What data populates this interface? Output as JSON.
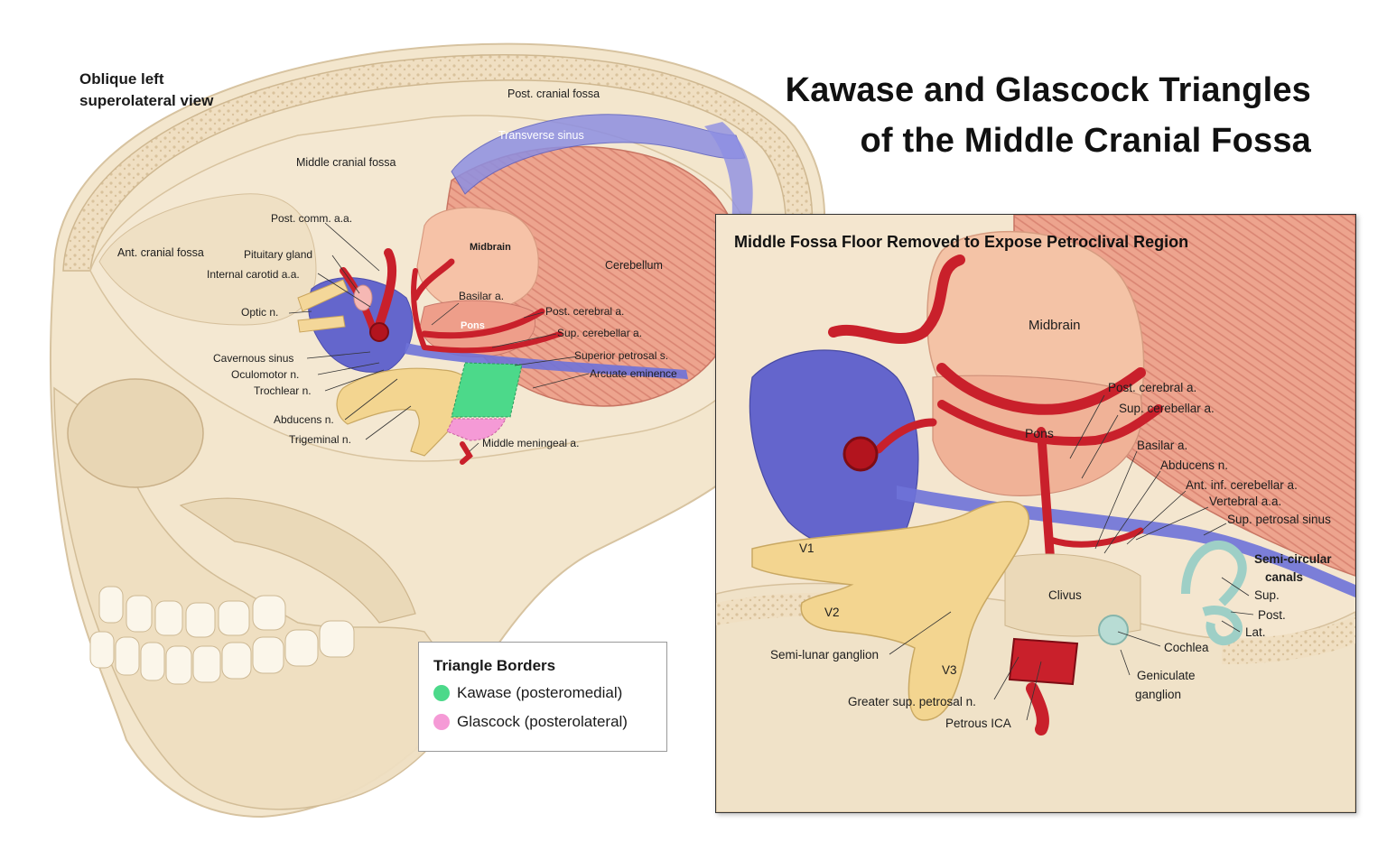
{
  "title": {
    "line1": "Kawase and Glascock Triangles",
    "line2": "of the Middle Cranial Fossa"
  },
  "view_label": {
    "line1": "Oblique left",
    "line2": "superolateral view"
  },
  "main_labels": {
    "post_cranial_fossa": "Post. cranial fossa",
    "transverse_sinus": "Transverse sinus",
    "middle_cranial_fossa": "Middle cranial fossa",
    "post_comm": "Post. comm. a.a.",
    "midbrain": "Midbrain",
    "cerebellum": "Cerebellum",
    "ant_cranial_fossa": "Ant. cranial fossa",
    "pituitary_gland": "Pituitary gland",
    "internal_carotid": "Internal carotid a.a.",
    "basilar": "Basilar a.",
    "optic": "Optic n.",
    "post_cerebral": "Post. cerebral a.",
    "pons": "Pons",
    "sup_cerebellar": "Sup. cerebellar a.",
    "superior_petrosal": "Superior petrosal s.",
    "cavernous_sinus": "Cavernous sinus",
    "oculomotor": "Oculomotor n.",
    "arcuate_eminence": "Arcuate eminence",
    "trochlear": "Trochlear n.",
    "abducens": "Abducens n.",
    "trigeminal": "Trigeminal n.",
    "middle_meningeal": "Middle meningeal a."
  },
  "inset": {
    "title": "Middle Fossa Floor Removed to Expose Petroclival Region",
    "labels": {
      "midbrain": "Midbrain",
      "post_cerebral": "Post. cerebral a.",
      "sup_cerebellar": "Sup. cerebellar a.",
      "pons": "Pons",
      "basilar": "Basilar a.",
      "abducens": "Abducens n.",
      "ant_inf_cerebellar": "Ant. inf. cerebellar a.",
      "vertebral": "Vertebral a.a.",
      "sup_petrosal_sinus": "Sup. petrosal sinus",
      "v1": "V1",
      "semicircular_1": "Semi-circular",
      "semicircular_2": "canals",
      "clivus": "Clivus",
      "sup": "Sup.",
      "post": "Post.",
      "v2": "V2",
      "lat": "Lat.",
      "cochlea": "Cochlea",
      "semilunar": "Semi-lunar ganglion",
      "v3": "V3",
      "geniculate_1": "Geniculate",
      "geniculate_2": "ganglion",
      "greater_sup_petrosal": "Greater sup. petrosal n.",
      "petrous_ica": "Petrous ICA"
    }
  },
  "legend": {
    "title": "Triangle Borders",
    "items": [
      {
        "label": "Kawase (posteromedial)",
        "color": "#4cd98a"
      },
      {
        "label": "Glascock (posterolateral)",
        "color": "#f59ad6"
      }
    ]
  },
  "colors": {
    "bone": "#f1e3c8",
    "bone_edge": "#d8c4a0",
    "artery": "#c9202b",
    "vein_sinus": "#6e72d8",
    "brain": "#f4b9a0",
    "cerebellum": "#ea9a86",
    "nerve": "#f3d590",
    "kawase": "#4cd98a",
    "glascock": "#f59ad6"
  }
}
